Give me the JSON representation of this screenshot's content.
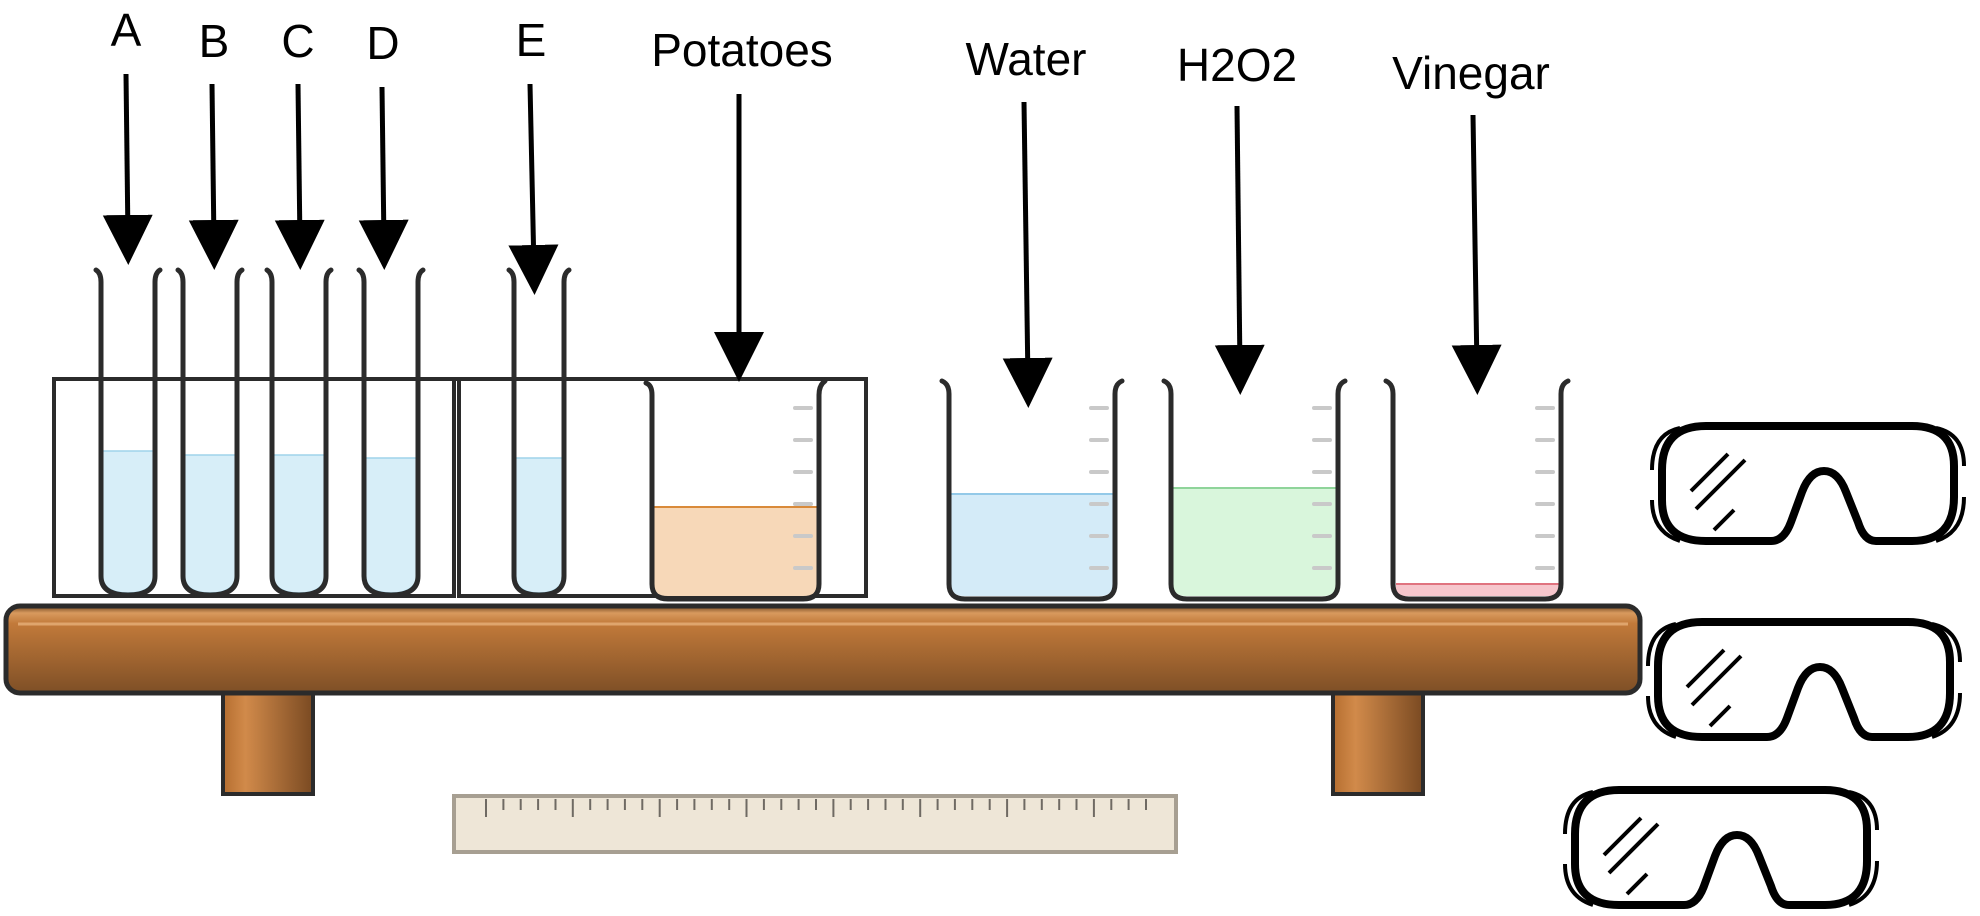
{
  "labels": {
    "tube_a": "A",
    "tube_b": "B",
    "tube_c": "C",
    "tube_d": "D",
    "tube_e": "E",
    "potatoes": "Potatoes",
    "water": "Water",
    "h2o2": "H2O2",
    "vinegar": "Vinegar"
  },
  "colors": {
    "outline": "#2b2b2b",
    "tube_liquid": "#d7eef8",
    "tube_liquid_line": "#9fd3ea",
    "potato_liquid": "#f7d8b8",
    "potato_liquid_line": "#d98a3a",
    "water_liquid": "#d4ebf8",
    "water_liquid_line": "#93c9e8",
    "h2o2_liquid": "#d9f6dc",
    "h2o2_liquid_line": "#8fd49a",
    "vinegar_liquid": "#f6c6cc",
    "vinegar_liquid_line": "#e0737f",
    "wood_dark": "#7e4f26",
    "wood_light": "#d18a4a",
    "ruler_fill": "#eee6d7",
    "ruler_border": "#a79f92"
  },
  "icons": {
    "goggles": "safety-goggles-icon",
    "arrow": "down-arrow-icon",
    "ruler": "ruler-icon"
  }
}
